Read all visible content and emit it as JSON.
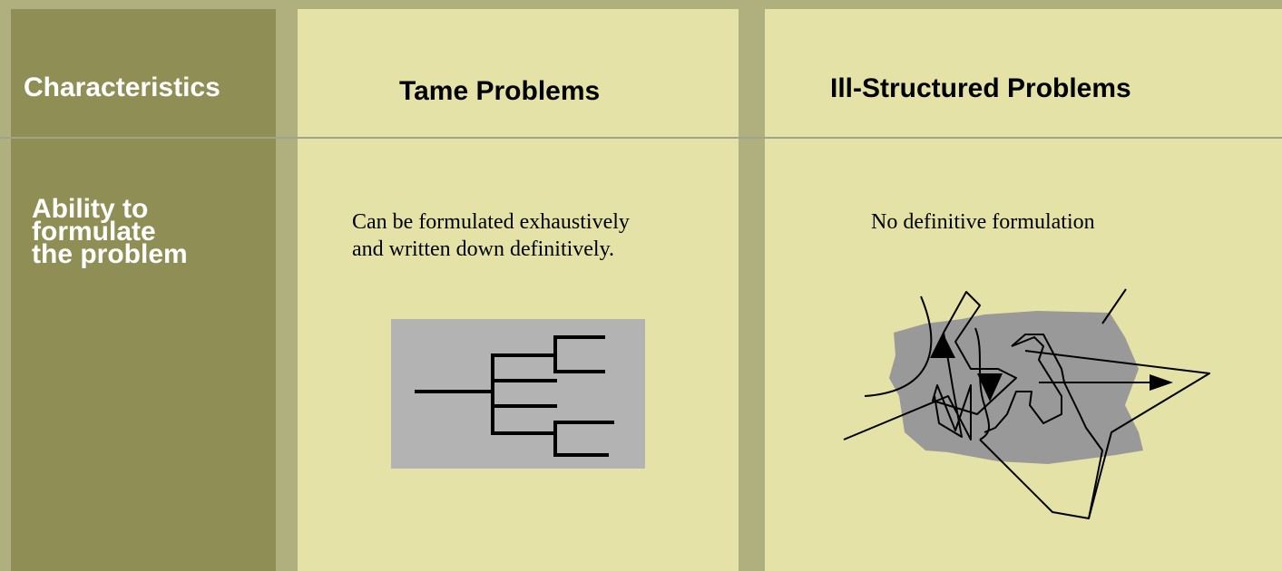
{
  "columns": {
    "characteristics": "Characteristics",
    "tame": "Tame Problems",
    "ill_structured": "Ill-Structured Problems"
  },
  "rows": [
    {
      "label": "Ability to\nformulate\nthe problem",
      "tame_text": "Can be formulated exhaustively\nand written down definitively.",
      "ill_structured_text": "No definitive formulation"
    }
  ],
  "colors": {
    "background": "#b0b07e",
    "label_column": "#8f8f55",
    "content_column": "#e4e2a6",
    "figure_gray": "#b3b3b3",
    "blob_gray": "#999999"
  }
}
